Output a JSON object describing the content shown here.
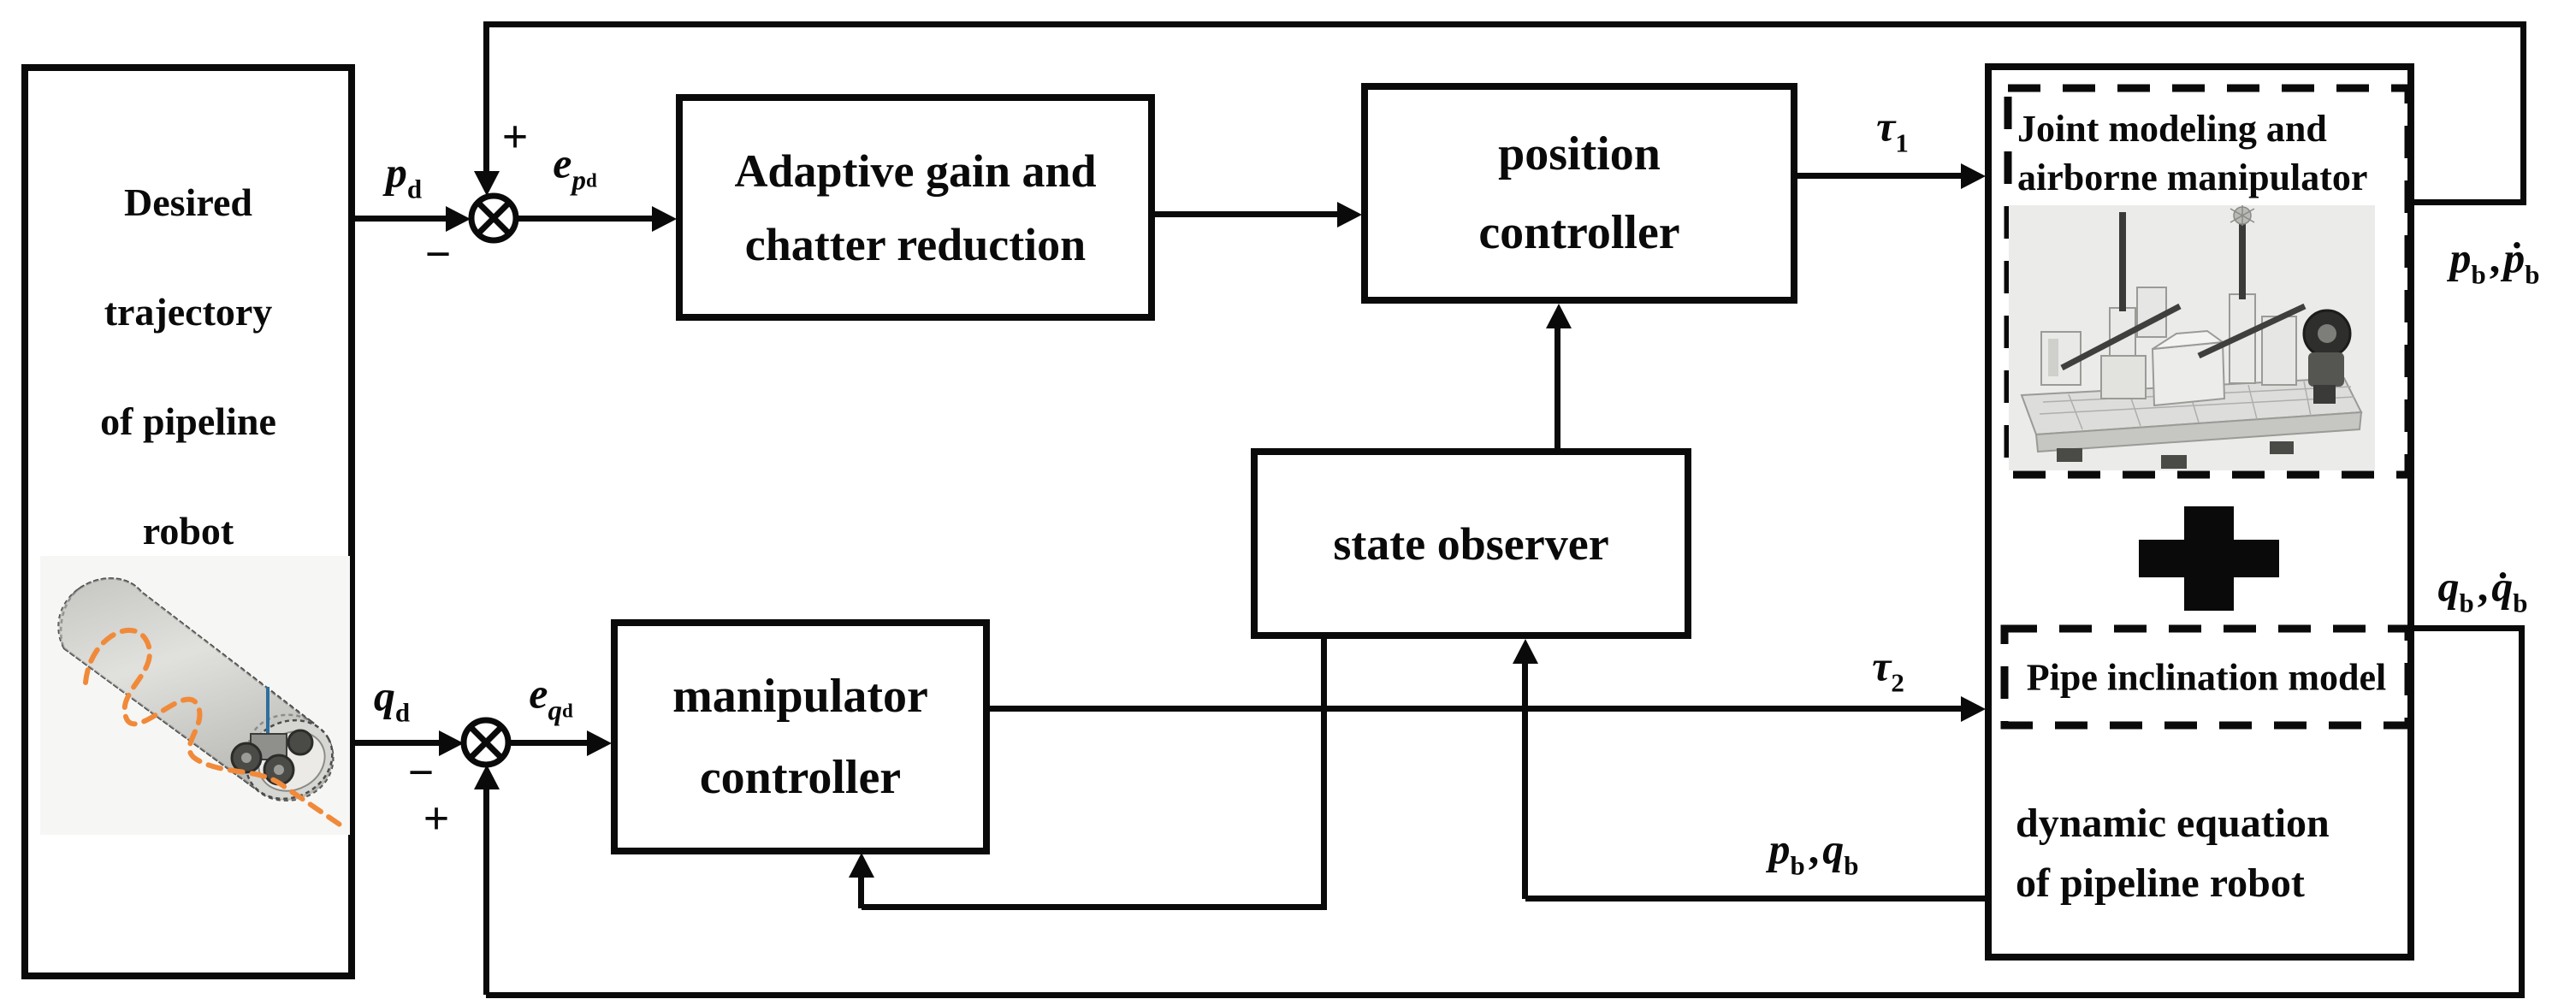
{
  "diagram": {
    "background": "#ffffff",
    "line_color": "#0a0a0a",
    "blocks": {
      "desired_trajectory": {
        "line1": "Desired",
        "line2": "trajectory",
        "line3": "of pipeline",
        "line4": "robot"
      },
      "adaptive_gain": {
        "line1": "Adaptive gain and",
        "line2": "chatter reduction"
      },
      "position_controller": {
        "line1": "position",
        "line2": "controller"
      },
      "state_observer": {
        "label": "state observer"
      },
      "manipulator_controller": {
        "line1": "manipulator",
        "line2": "controller"
      },
      "plant": {
        "joint_modeling": {
          "line1": "Joint modeling and",
          "line2": "airborne manipulator"
        },
        "pipe_inclination": {
          "label": "Pipe inclination model"
        },
        "dynamic_equation": {
          "line1": "dynamic equation",
          "line2": "of pipeline robot"
        }
      }
    },
    "signals": {
      "p_d": {
        "base": "p",
        "sub": "d"
      },
      "e_pd": {
        "base": "e",
        "sub": "p",
        "subsub": "d"
      },
      "q_d": {
        "base": "q",
        "sub": "d"
      },
      "e_qd": {
        "base": "e",
        "sub": "q",
        "subsub": "d"
      },
      "tau_1": {
        "base": "τ",
        "sub": "1"
      },
      "tau_2": {
        "base": "τ",
        "sub": "2"
      },
      "p_b_pdot_b": {
        "base1": "p",
        "sub1": "b",
        "separator": ",",
        "base2": "ṗ",
        "sub2": "b"
      },
      "q_b_qdot_b": {
        "base1": "q",
        "sub1": "b",
        "separator": ",",
        "base2": "q̇",
        "sub2": "b"
      },
      "p_b_q_b": {
        "base1": "p",
        "sub1": "b",
        "separator": ",",
        "base2": "q",
        "sub2": "b"
      }
    },
    "junction_signs": {
      "sum1_plus": "+",
      "sum1_minus": "−",
      "sum2_plus": "+",
      "sum2_minus": "−"
    },
    "icons": {
      "sum_junction": "circle-with-diagonal-cross",
      "plus": "bold-plus-cross"
    },
    "colors": {
      "trajectory_orange": "#f08a3a",
      "photo_background": "#ebebe9",
      "robot_dark": "#3c3c3c",
      "antenna_blue": "#2e6f9e"
    }
  }
}
